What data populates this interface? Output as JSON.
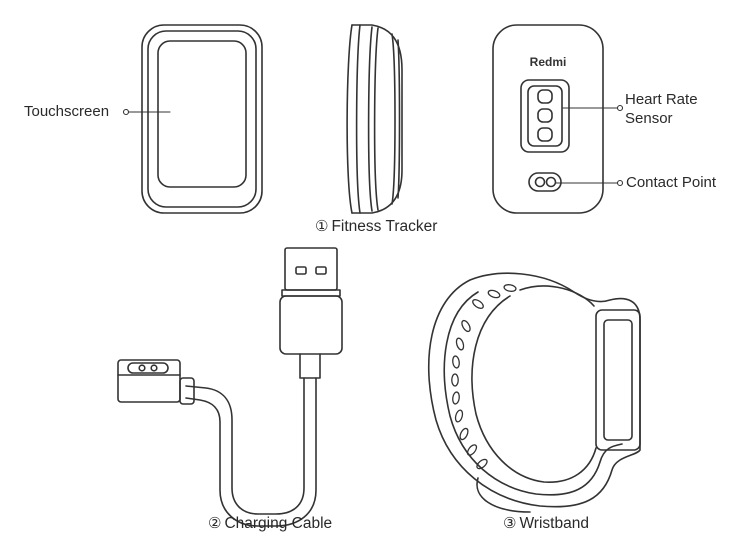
{
  "brand_logo_text": "Redmi",
  "labels": {
    "touchscreen": "Touchscreen",
    "heart_rate_line1": "Heart Rate",
    "heart_rate_line2": "Sensor",
    "contact_point": "Contact Point"
  },
  "captions": {
    "fitness_tracker": {
      "number": "①",
      "text": "Fitness Tracker"
    },
    "charging_cable": {
      "number": "②",
      "text": "Charging Cable"
    },
    "wristband": {
      "number": "③",
      "text": "Wristband"
    }
  },
  "colors": {
    "line": "#333333",
    "text": "#2a2a2a",
    "background": "#ffffff"
  }
}
